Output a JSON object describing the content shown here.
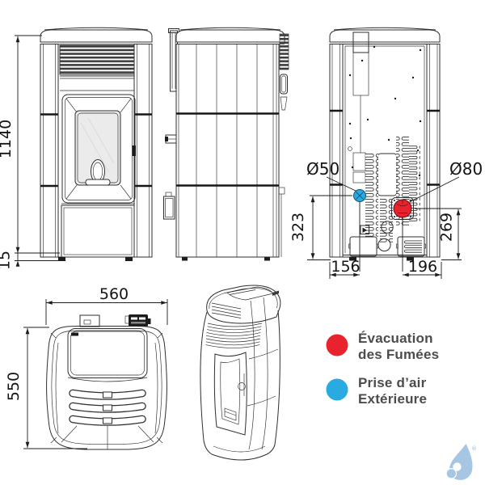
{
  "colors": {
    "red": "#e8232e",
    "blue": "#29abe2",
    "line": "#2f2f2f",
    "dim_text": "#141414",
    "legend_text": "#4c4c4c",
    "logo_blue": "#a6c6e3"
  },
  "views": {
    "front": {
      "height_mm": "1140",
      "foot_height_mm": "15"
    },
    "rear": {
      "air_inlet_diameter": "Ø50",
      "flue_diameter": "Ø80",
      "air_inlet_height_mm": "323",
      "flue_height_mm": "269",
      "air_inlet_offset_mm": "156",
      "flue_offset_mm": "196"
    },
    "top": {
      "width_mm": "560",
      "depth_mm": "550"
    }
  },
  "legend": {
    "items": [
      {
        "id": "flue-exhaust",
        "color": "#e8232e",
        "line1": "Évacuation",
        "line2": "des Fumées"
      },
      {
        "id": "outside-air-intake",
        "color": "#29abe2",
        "line1": "Prise d’air",
        "line2": "Extérieure"
      }
    ]
  },
  "logo": {
    "mark": "®"
  }
}
